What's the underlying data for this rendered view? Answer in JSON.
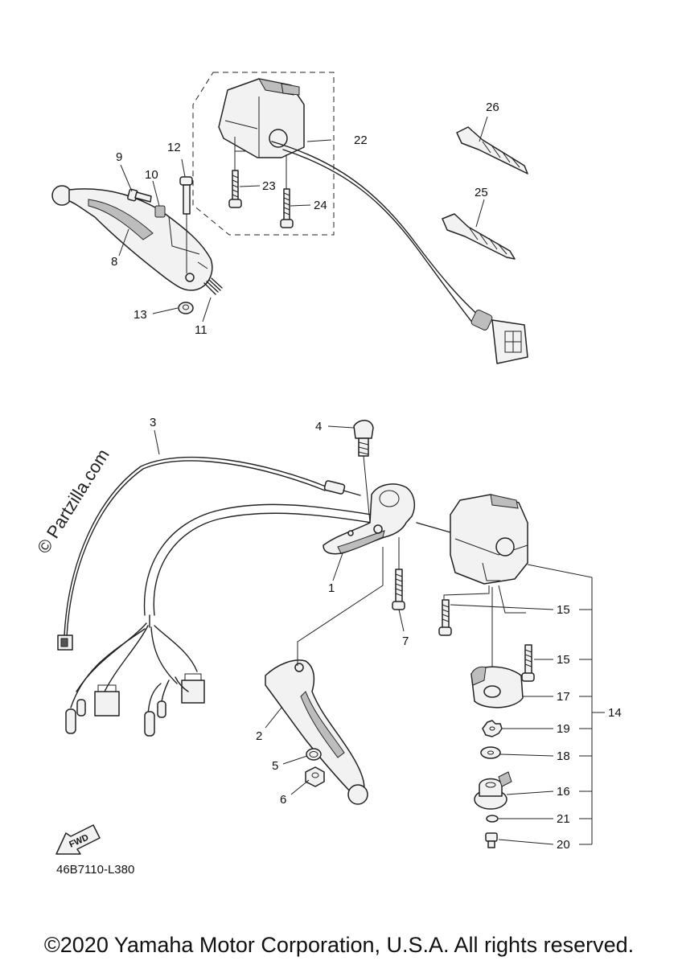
{
  "diagram_code": "46B7110-L380",
  "watermark": "© Partzilla.com",
  "fwd_label": "FWD",
  "copyright": "©2020 Yamaha Motor Corporation, U.S.A. All rights reserved.",
  "callouts": {
    "c1": "1",
    "c2": "2",
    "c3": "3",
    "c4": "4",
    "c5": "5",
    "c6": "6",
    "c7": "7",
    "c8": "8",
    "c9": "9",
    "c10": "10",
    "c11": "11",
    "c12": "12",
    "c13": "13",
    "c14": "14",
    "c15a": "15",
    "c15b": "15",
    "c16": "16",
    "c17": "17",
    "c18": "18",
    "c19": "19",
    "c20": "20",
    "c21": "21",
    "c22": "22",
    "c23": "23",
    "c24": "24",
    "c25": "25",
    "c26": "26"
  }
}
